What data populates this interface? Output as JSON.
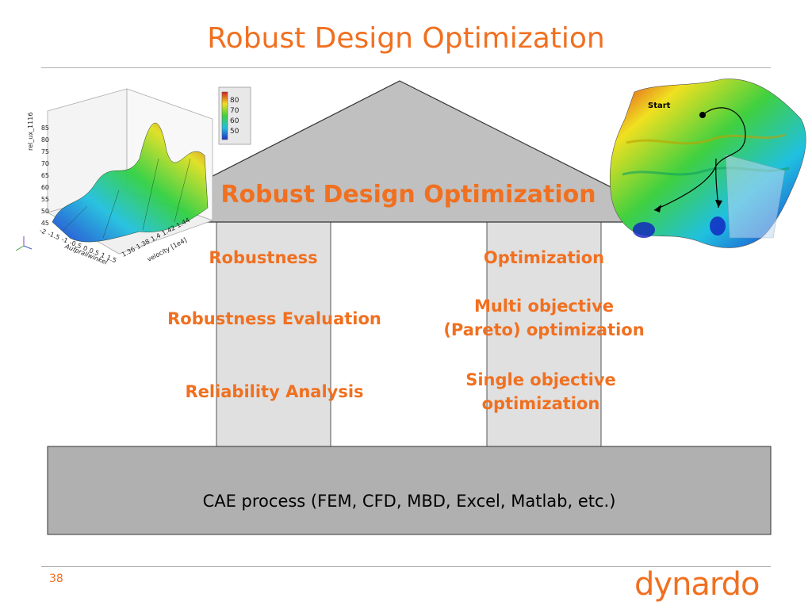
{
  "slide": {
    "title": "Robust Design Optimization",
    "page_number": "38"
  },
  "house": {
    "roof_label": "Robust Design Optimization",
    "left_pillar": {
      "heading": "Robustness",
      "items": [
        "Robustness Evaluation",
        "Reliability Analysis"
      ]
    },
    "right_pillar": {
      "heading": "Optimization",
      "items": [
        "Multi objective\n(Pareto) optimization",
        "Single objective\noptimization"
      ]
    },
    "foundation_label": "CAE process (FEM, CFD, MBD, Excel, Matlab, etc.)"
  },
  "surface_plot": {
    "colorbar_ticks": [
      "80",
      "70",
      "60",
      "50"
    ],
    "z_axis_label": "rel_ux_1116",
    "z_ticks": [
      "85",
      "80",
      "75",
      "70",
      "65",
      "60",
      "55",
      "50",
      "45"
    ],
    "x_axis_label": "Aufprallwinkel",
    "x_ticks": [
      "-2",
      "-1.5",
      "-1",
      "-0.5",
      "0",
      "0.5",
      "1",
      "1.5"
    ],
    "y_axis_label": "velocity [1e4]",
    "y_ticks": [
      "1.36",
      "1.38",
      "1.4",
      "1.42",
      "1.44"
    ]
  },
  "landscape": {
    "start_label": "Start"
  },
  "logo": {
    "text": "dynardo",
    "color": "#f07020"
  },
  "colors": {
    "accent": "#f07020",
    "roof": "#c0c0c0",
    "pillar": "#e0e0e0",
    "foundation": "#b0b0b0"
  }
}
